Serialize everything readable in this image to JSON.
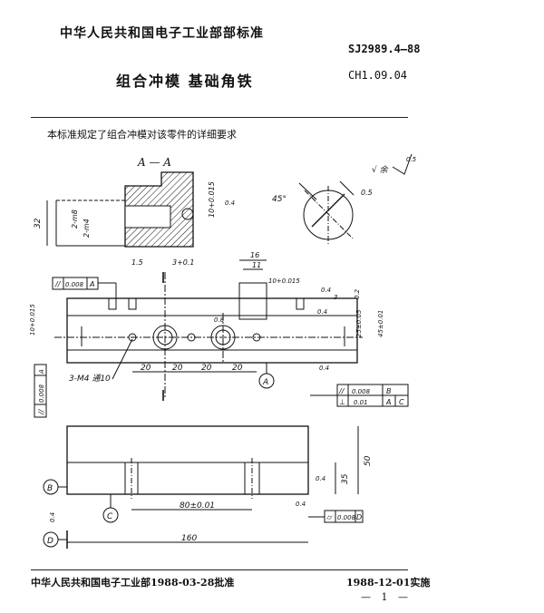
{
  "header": {
    "org": "中华人民共和国电子工业部部标准",
    "standard_no": "SJ2989.4—88",
    "title": "组合冲模    基础角铁",
    "code": "CH1.09.04"
  },
  "intro": "本标准规定了组合冲模对该零件的详细要求",
  "drawing": {
    "section_label": "A — A",
    "roughness_main": "√ 余",
    "roughness_small": "0.5",
    "angle": "45°",
    "chamfer": "0.5",
    "dim_32": "32",
    "dim_2m8": "2-m8",
    "dim_2m4": "2-m4",
    "dim_1_5": "1.5",
    "dim_3_top": "3+0.1",
    "dim_10_tol": "10+0.015",
    "rough_04": "0.4",
    "dim_16": "16",
    "dim_11": "11",
    "dim_10_2": "10+0.015",
    "rough_04b": "0.4",
    "rough_04c": "0.4",
    "dim_3": "3",
    "dim_3b": "0.2",
    "dim_25": "25±0.05",
    "dim_45": "45±0.01",
    "dim_10_left": "10+0.015",
    "flat_tol": "0.008",
    "datum_A": "A",
    "rough_08": "0.8",
    "dim_20a": "20",
    "dim_20b": "20",
    "dim_20c": "20",
    "dim_20d": "20",
    "m4_label": "3-M4 通10",
    "rough_04d": "0.4",
    "datum_A_circle": "A",
    "left_tol": "0.008",
    "left_datum": "A",
    "tol_par": "0.008",
    "tol_par_datum": "B",
    "tol_perp": "0.01",
    "tol_perp_d1": "A",
    "tol_perp_d2": "C",
    "dim_50": "50",
    "dim_35": "35",
    "rough_04e": "0.4",
    "datum_B": "B",
    "datum_C": "C",
    "dim_80": "80±0.01",
    "rough_04f": "0.4",
    "tol_flat_b": "0.008",
    "tol_flat_b_datum": "D",
    "rough_04g": "0.4",
    "datum_D": "D",
    "dim_160": "160"
  },
  "footer": {
    "left": "中华人民共和国电子工业部1988-03-28批准",
    "right": "1988-12-01实施",
    "page": "— 1 —"
  }
}
